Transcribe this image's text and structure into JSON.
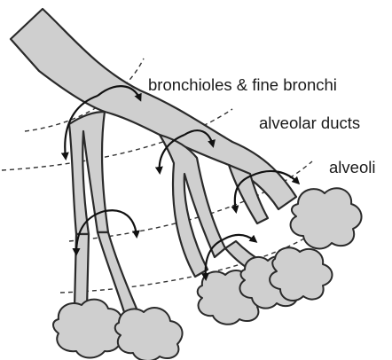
{
  "labels": {
    "bronchioles": "bronchioles & fine bronchi",
    "alveolar_ducts": "alveolar ducts",
    "alveoli": "alveoli"
  },
  "colors": {
    "tissue": "#cfcfcf",
    "outline": "#2a2a2a"
  }
}
